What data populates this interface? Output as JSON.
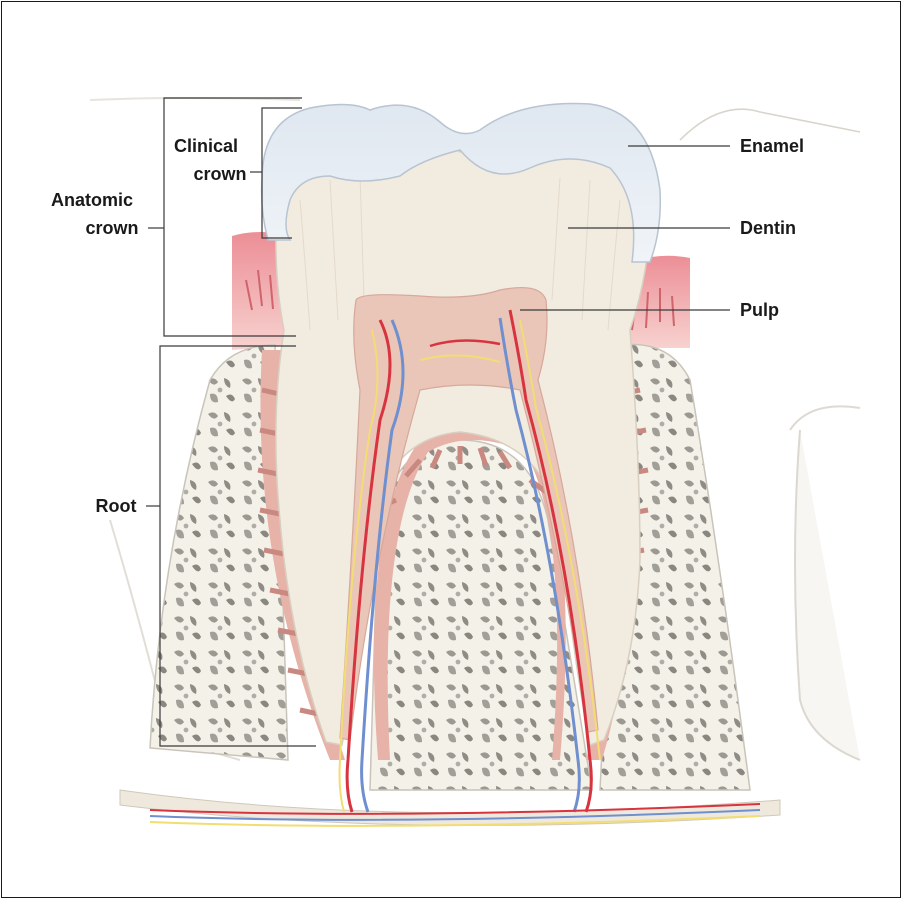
{
  "labels": {
    "anatomic_crown_1": "Anatomic",
    "anatomic_crown_2": "crown",
    "clinical_crown_1": "Clinical",
    "clinical_crown_2": "crown",
    "root": "Root",
    "enamel": "Enamel",
    "dentin": "Dentin",
    "pulp": "Pulp"
  },
  "colors": {
    "enamel": "#e4ecf3",
    "dentin": "#f1e8dc",
    "pulp": "#e9c3b3",
    "gum": "#ef9aa0",
    "bone": "#f5f2ea",
    "artery": "#d8343f",
    "vein": "#6f8fcf",
    "nerve": "#f2dd72"
  }
}
